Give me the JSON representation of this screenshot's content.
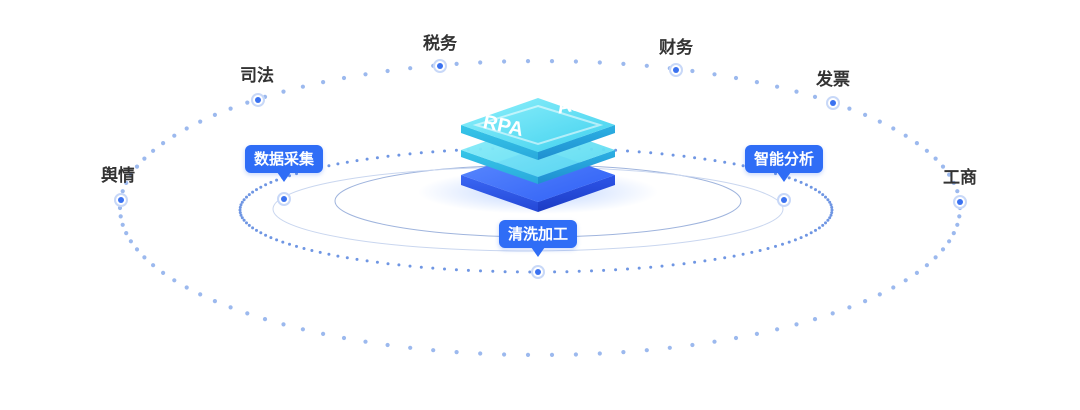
{
  "outer_nodes": [
    {
      "id": "yuqing",
      "label": "舆情"
    },
    {
      "id": "sifa",
      "label": "司法"
    },
    {
      "id": "shuiwu",
      "label": "税务"
    },
    {
      "id": "caiwu",
      "label": "财务"
    },
    {
      "id": "fapiao",
      "label": "发票"
    },
    {
      "id": "gongshang",
      "label": "工商"
    }
  ],
  "inner_callouts": [
    {
      "id": "collect",
      "label": "数据采集"
    },
    {
      "id": "analyze",
      "label": "智能分析"
    },
    {
      "id": "clean",
      "label": "清洗加工"
    }
  ],
  "core": {
    "top_text_left": "RPA",
    "top_text_right": "AI"
  },
  "colors": {
    "accent": "#2f6df6",
    "dot": "#9cb9ee",
    "node_ring": "#3b72f0",
    "layer_cyan": "#4fd6ef",
    "layer_blue": "#2f5ff5"
  }
}
